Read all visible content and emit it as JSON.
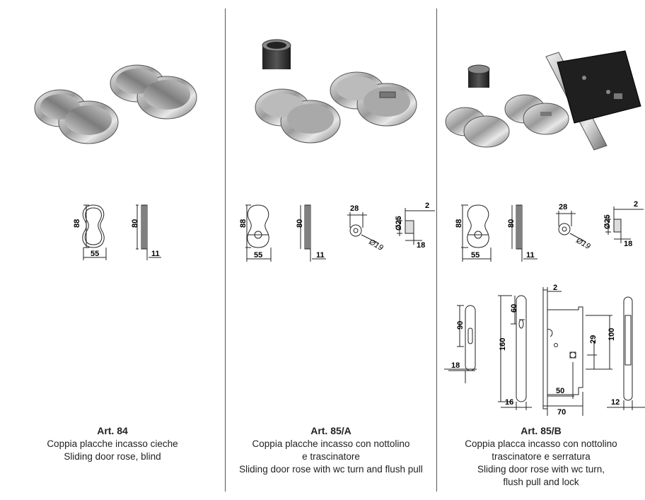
{
  "products": [
    {
      "title": "Art. 84",
      "lines": [
        "Coppia placche incasso cieche",
        "Sliding door rose, blind"
      ],
      "dims": {
        "h1": "88",
        "w1": "55",
        "h2": "80",
        "t1": "11"
      }
    },
    {
      "title": "Art. 85/A",
      "lines": [
        "Coppia placche incasso con nottolino",
        "e trascinatore",
        "Sliding door rose with wc turn and flush pull"
      ],
      "dims": {
        "h1": "88",
        "w1": "55",
        "h2": "80",
        "t1": "11",
        "d28": "28",
        "d19": "Ø19",
        "d25": "Ø25",
        "d2": "2",
        "d18": "18"
      }
    },
    {
      "title": "Art. 85/B",
      "lines": [
        "Coppia placca incasso con nottolino",
        "trascinatore e serratura",
        "Sliding door rose with wc turn,",
        "flush pull and lock"
      ],
      "dims": {
        "h1": "88",
        "w1": "55",
        "h2": "80",
        "t1": "11",
        "d28": "28",
        "d19": "Ø19",
        "d25": "Ø25",
        "d2": "2",
        "d18": "18"
      },
      "lock_dims": {
        "l90": "90",
        "l18": "18",
        "l160": "160",
        "l60": "60",
        "l16": "16",
        "l2": "2",
        "l50": "50",
        "l70": "70",
        "l29": "29",
        "l100": "100",
        "l12": "12"
      }
    }
  ]
}
